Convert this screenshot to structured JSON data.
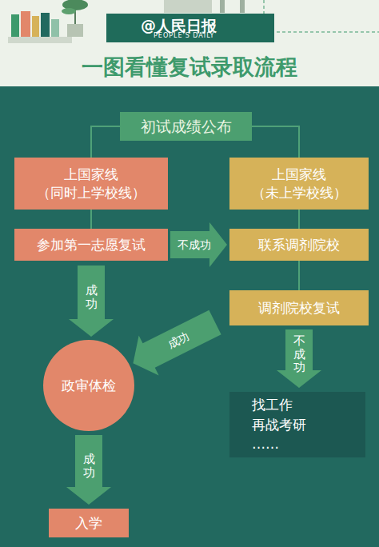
{
  "diagram": {
    "title": "一图看懂复试录取流程",
    "nodes": [
      {
        "text": [
          "初试成绩公布"
        ]
      },
      {
        "text": [
          "上国家线 （同时上学校线）"
        ]
      },
      {
        "text": [
          "上国家线 （未上学校线）"
        ]
      },
      {
        "text": [
          "参加第一志愿复试"
        ]
      },
      {
        "text": [
          "联系调剂院校"
        ]
      },
      {
        "text": [
          "调剂院校复试"
        ]
      },
      {
        "text": [
          "政审体检"
        ]
      },
      {
        "text": [
          "找工作 再战考研 ……"
        ]
      },
      {
        "text": [
          "入学"
        ]
      }
    ],
    "edges": [
      {
        "from": 0,
        "to": 1,
        "arrow": "none"
      },
      {
        "from": 0,
        "to": 2,
        "arrow": "none"
      },
      {
        "from": 1,
        "to": 3,
        "arrow": "none"
      },
      {
        "from": 2,
        "to": 4,
        "arrow": "none"
      },
      {
        "from": 3,
        "to": 4,
        "label": "不成功",
        "arrow": "to"
      },
      {
        "from": 4,
        "to": 5,
        "arrow": "none"
      },
      {
        "from": 3,
        "to": 6,
        "label": "成功",
        "arrow": "to"
      },
      {
        "from": 5,
        "to": 6,
        "label": "成功",
        "arrow": "to"
      },
      {
        "from": 5,
        "to": 7,
        "label": "不成功",
        "arrow": "to"
      },
      {
        "from": 6,
        "to": 8,
        "label": "成功",
        "arrow": "to"
      }
    ],
    "labels": [
      "@人民日报",
      "PEOPLE'S DAILY"
    ]
  }
}
